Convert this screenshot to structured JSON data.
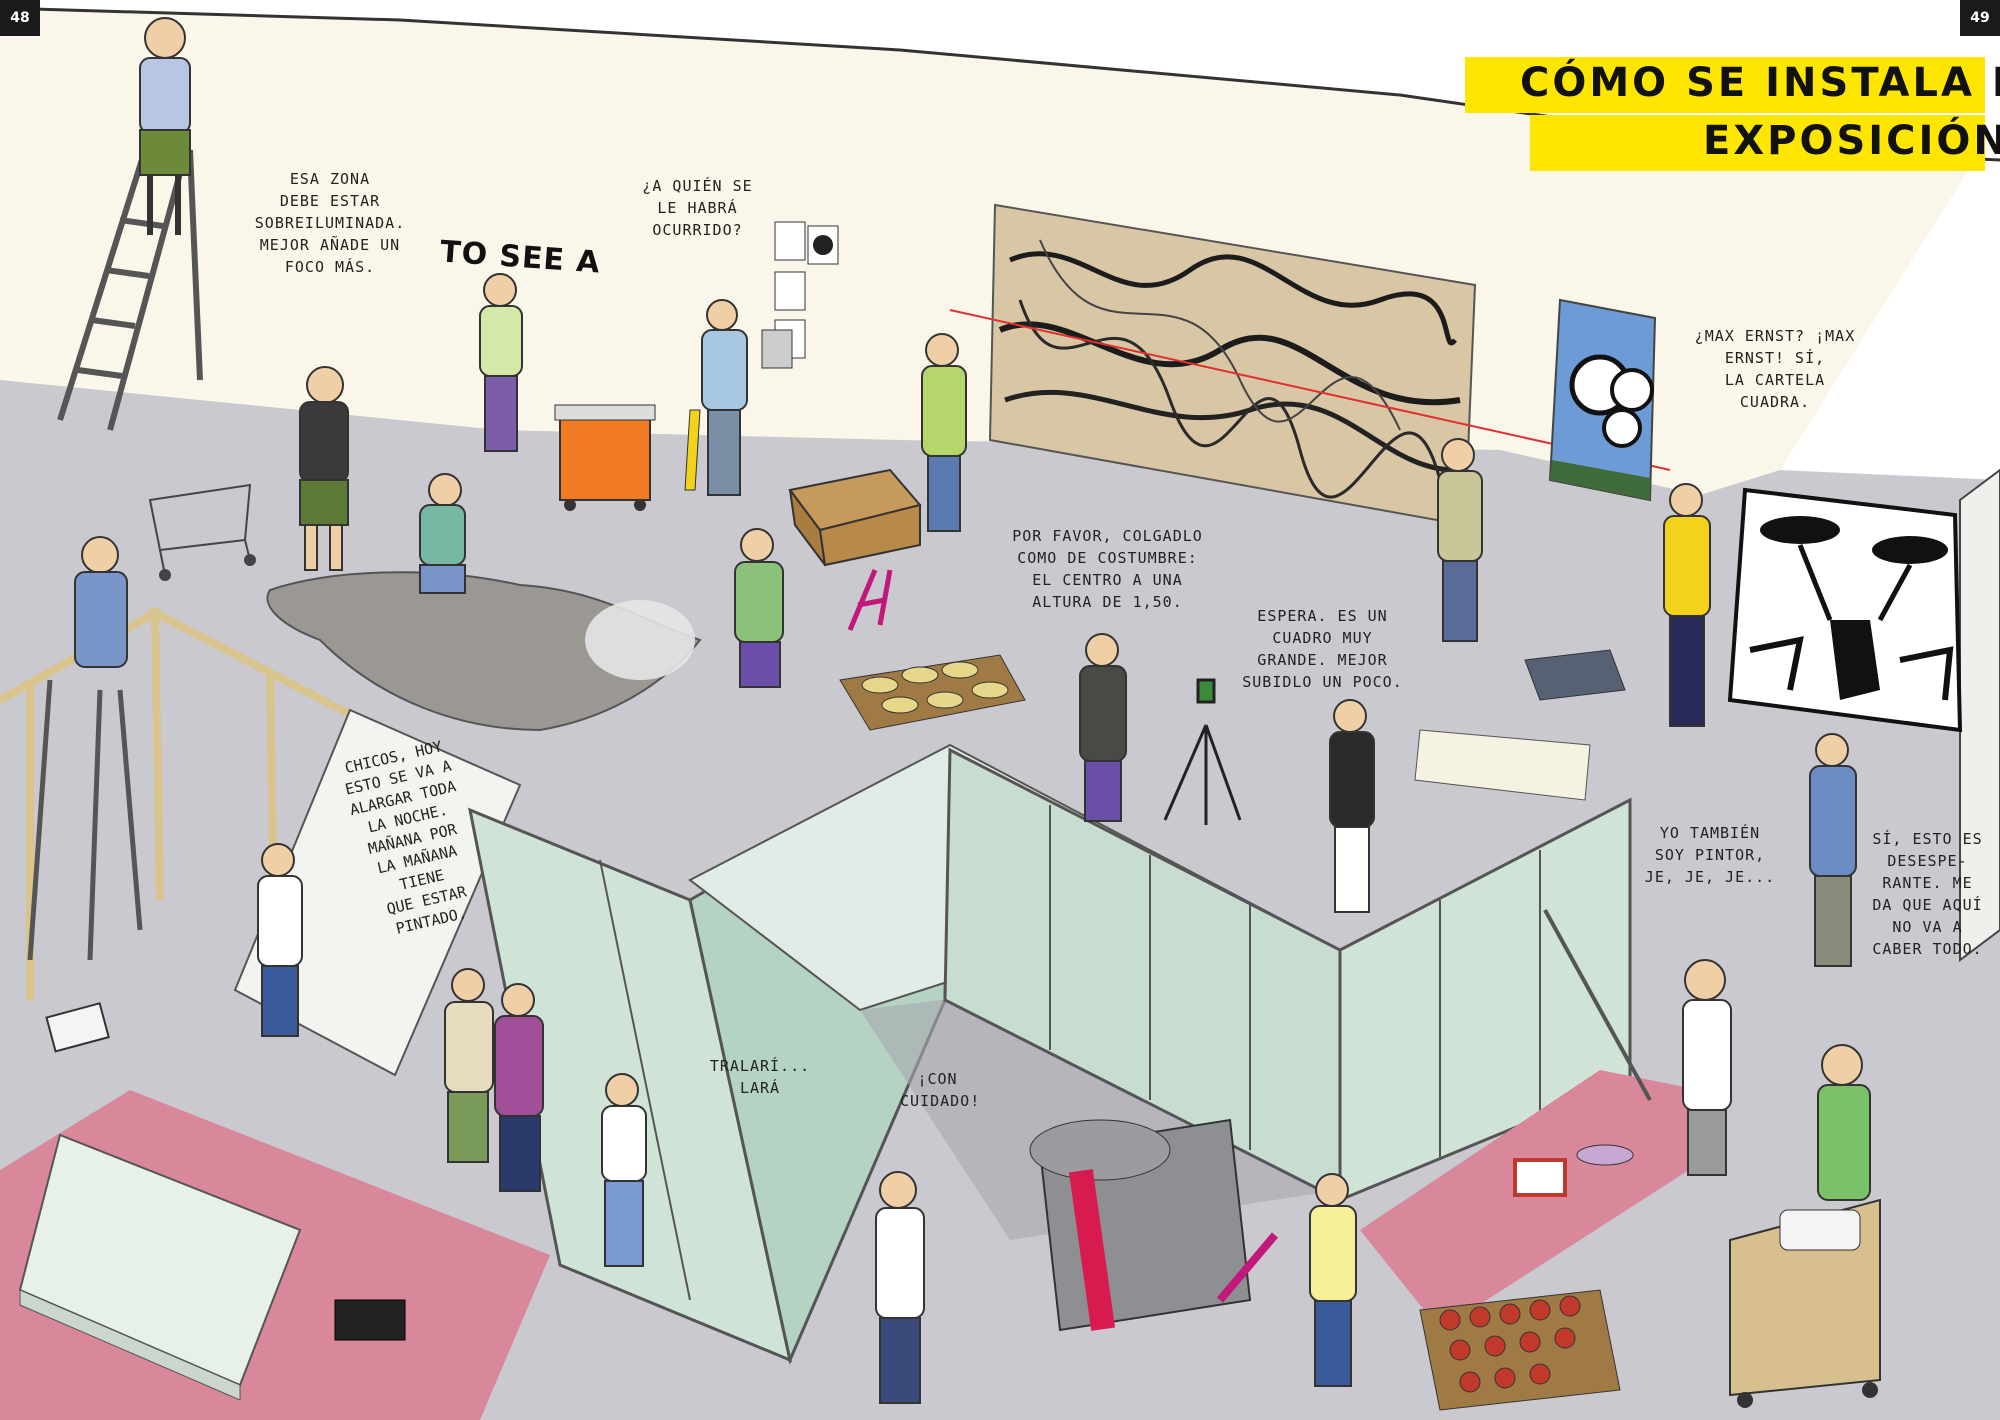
{
  "page_numbers": {
    "left": "48",
    "right": "49"
  },
  "title": {
    "line1": "CÓMO SE INSTALA LA",
    "line2": "EXPOSICIÓN"
  },
  "colors": {
    "title_band": "#ffe600",
    "floor": "#c9c9cf",
    "wall": "#faf6e9",
    "pink": "#d9879a"
  },
  "wall_graffiti": "TO SEE A",
  "speech": {
    "lighting": "ESA ZONA\nDEBE ESTAR\nSOBREILUMINADA.\nMEJOR AÑADE UN\nFOCO MÁS.",
    "whose_idea": "¿A QUIÉN SE\nLE HABRÁ\nOCURRIDO?",
    "max_ernst": "¿MAX ERNST? ¡MAX\nERNST! SÍ,\nLA CARTELA\nCUADRA.",
    "hang_height": "POR FAVOR, COLGADLO\nCOMO DE COSTUMBRE:\nEL CENTRO A UNA\nALTURA DE 1,50.",
    "big_painting": "ESPERA. ES UN\nCUADRO MUY\nGRANDE. MEJOR\nSUBIDLO UN POCO.",
    "painter": "YO TAMBIÉN\nSOY PINTOR,\nJE, JE, JE...",
    "desperate": "SÍ, ESTO ES\nDESESPE-\nRANTE. ME\nDA QUE AQUÍ\nNO VA A\nCABER TODO.",
    "tralari": "TRALARÍ... LARÁ",
    "careful": "¡CON\nCUIDADO!"
  },
  "sign": "CHICOS, HOY\nESTO SE VA A\nALARGAR TODA\nLA NOCHE.\nMAÑANA POR\nLA MAÑANA\nTIENE\nQUE ESTAR\nPINTADO."
}
